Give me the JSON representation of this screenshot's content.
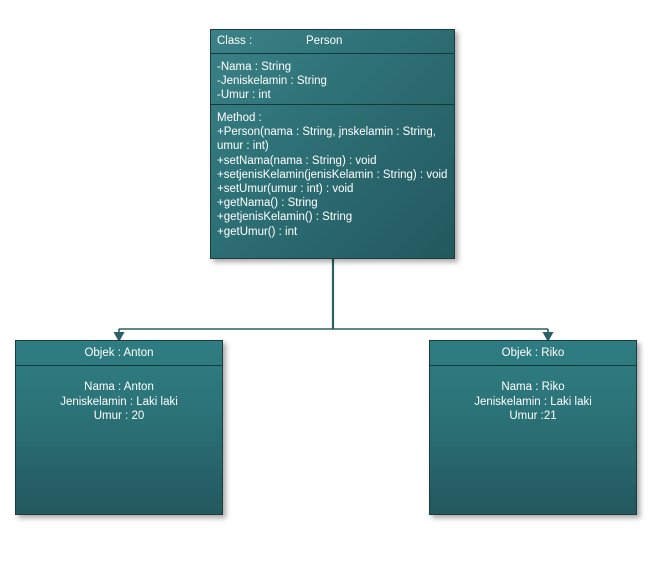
{
  "diagram": {
    "title_label": "Class :",
    "class_name": "Person",
    "attributes": [
      "-Nama : String",
      "-Jeniskelamin : String",
      "-Umur : int"
    ],
    "method_label": "Method :",
    "methods": [
      "+Person(nama : String, jnskelamin : String, umur : int)",
      "+setNama(nama : String) : void",
      "+setjenisKelamin(jenisKelamin : String) : void",
      "+setUmur(umur : int) : void",
      "+getNama() : String",
      "+getjenisKelamin() : String",
      "+getUmur() : int"
    ],
    "objects": [
      {
        "header": "Objek : Anton",
        "fields": [
          "Nama : Anton",
          "Jeniskelamin : Laki laki",
          "Umur : 20"
        ]
      },
      {
        "header": "Objek : Riko",
        "fields": [
          "Nama : Riko",
          "Jeniskelamin : Laki laki",
          "Umur :21"
        ]
      }
    ],
    "colors": {
      "box_fill_light": "#3b8287",
      "box_fill_dark": "#22585e",
      "border": "#1b3b3d",
      "connector": "#2b6166",
      "text": "#ffffff",
      "background": "#ffffff"
    }
  }
}
